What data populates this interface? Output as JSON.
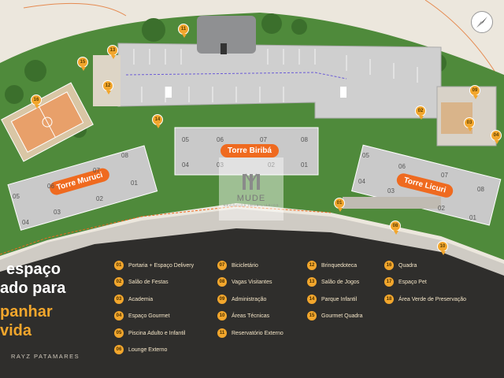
{
  "towers": [
    {
      "id": "muruci",
      "name": "Torre Muruci",
      "units": [
        "05",
        "04",
        "06",
        "03",
        "07",
        "02",
        "08",
        "01"
      ]
    },
    {
      "id": "biriba",
      "name": "Torre Biribá",
      "units": [
        "05",
        "04",
        "06",
        "03",
        "07",
        "02",
        "08",
        "01"
      ]
    },
    {
      "id": "licuri",
      "name": "Torre Licuri",
      "units": [
        "05",
        "04",
        "06",
        "03",
        "07",
        "02",
        "08",
        "01"
      ]
    }
  ],
  "markers": [
    "01",
    "02",
    "03",
    "04",
    "08",
    "09",
    "10",
    "11",
    "12",
    "13",
    "14",
    "15",
    "16"
  ],
  "headline": {
    "line1": "espaço",
    "line2": "ado para",
    "line3": "panhar",
    "line4": "vida"
  },
  "legend": [
    {
      "num": "01",
      "label": "Portaria + Espaço Delivery"
    },
    {
      "num": "02",
      "label": "Salão de Festas"
    },
    {
      "num": "03",
      "label": "Academia"
    },
    {
      "num": "04",
      "label": "Espaço Gourmet"
    },
    {
      "num": "05",
      "label": "Piscina Adulto e Infantil"
    },
    {
      "num": "06",
      "label": "Lounge Externo"
    },
    {
      "num": "07",
      "label": "Bicicletário"
    },
    {
      "num": "08",
      "label": "Vagas Visitantes"
    },
    {
      "num": "09",
      "label": "Administração"
    },
    {
      "num": "10",
      "label": "Áreas Técnicas"
    },
    {
      "num": "11",
      "label": "Reservatório Externo"
    },
    {
      "num": "12",
      "label": "Brinquedoteca"
    },
    {
      "num": "13",
      "label": "Salão de Jogos"
    },
    {
      "num": "14",
      "label": "Parque Infantil"
    },
    {
      "num": "15",
      "label": "Gourmet Quadra"
    },
    {
      "num": "16",
      "label": "Quadra"
    },
    {
      "num": "17",
      "label": "Espaço Pet"
    },
    {
      "num": "18",
      "label": "Área Verde de Preservação"
    }
  ],
  "brand": "RAYZ PATAMARES",
  "watermark": {
    "name": "MUDE",
    "sub": "NEGÓCIOS IMOBILIÁRIOS"
  },
  "colors": {
    "accent": "#ef6a1f",
    "marker": "#f2a62c",
    "grass": "#4e8a3a",
    "bottom": "#2f2e2c",
    "headline": "#f2a62c"
  }
}
